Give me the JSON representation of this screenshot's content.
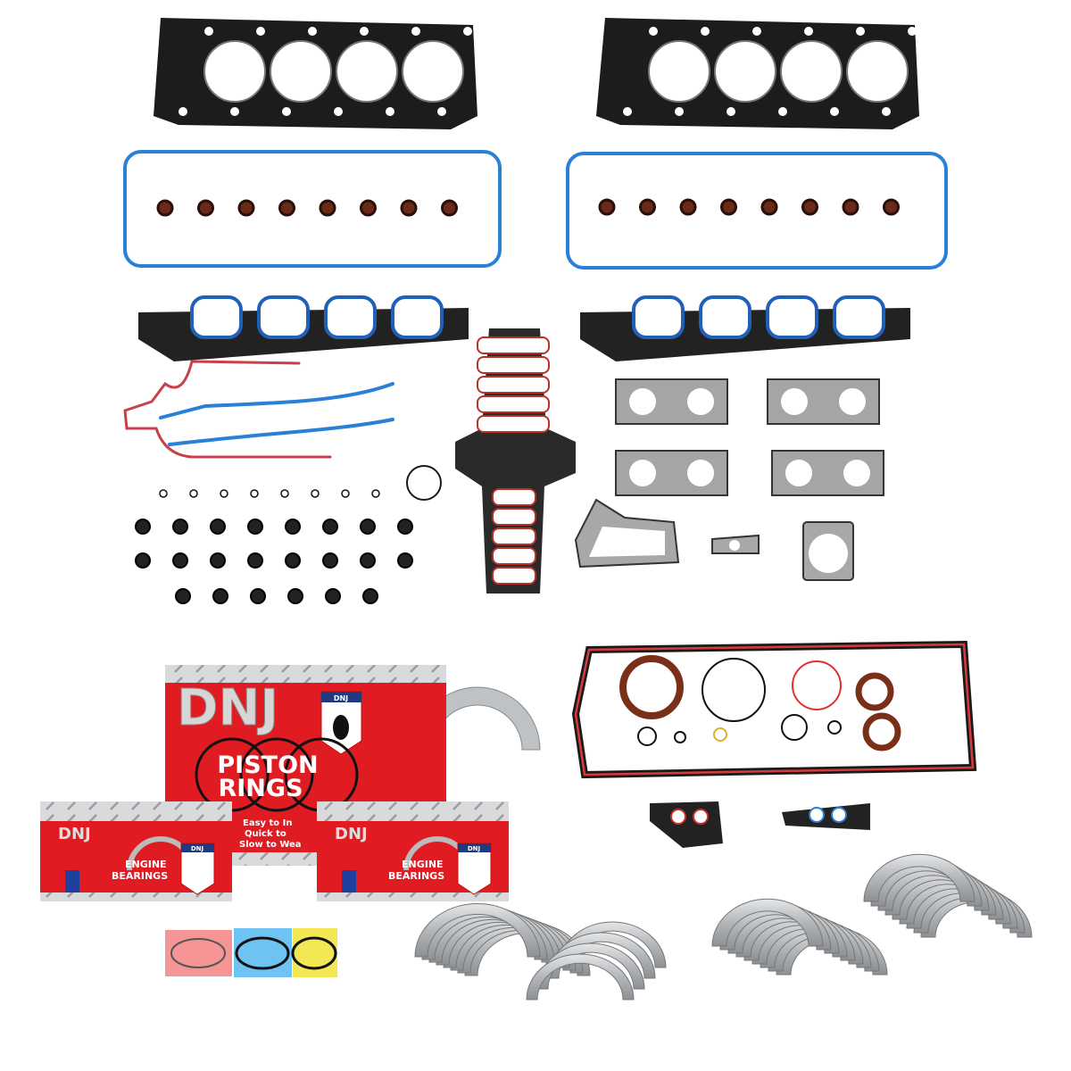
{
  "piston_ring_box": {
    "brand": "DNJ",
    "shield_brand": "DNJ",
    "title_line1": "PISTON",
    "title_line2": "RINGS",
    "slogan": [
      "Easy to In",
      "Quick to",
      "Slow to Wea"
    ]
  },
  "bearing_boxes": [
    {
      "brand": "DNJ",
      "line1": "ENGINE",
      "line2": "BEARINGS",
      "shield_brand": "DNJ"
    },
    {
      "brand": "DNJ",
      "line1": "ENGINE",
      "line2": "BEARINGS",
      "shield_brand": "DNJ"
    }
  ],
  "colors": {
    "head_gasket": "#1a1a1a",
    "valve_cover_gasket": "#2a7fd6",
    "intake_seal": "#2060b8",
    "upper_intake_seal": "#b8302a",
    "front_cover_red": "#c8404a",
    "box_red": "#e01c22",
    "bearing_grey": "#b9bcbf",
    "exhaust_gasket": "#9a9a9a"
  }
}
